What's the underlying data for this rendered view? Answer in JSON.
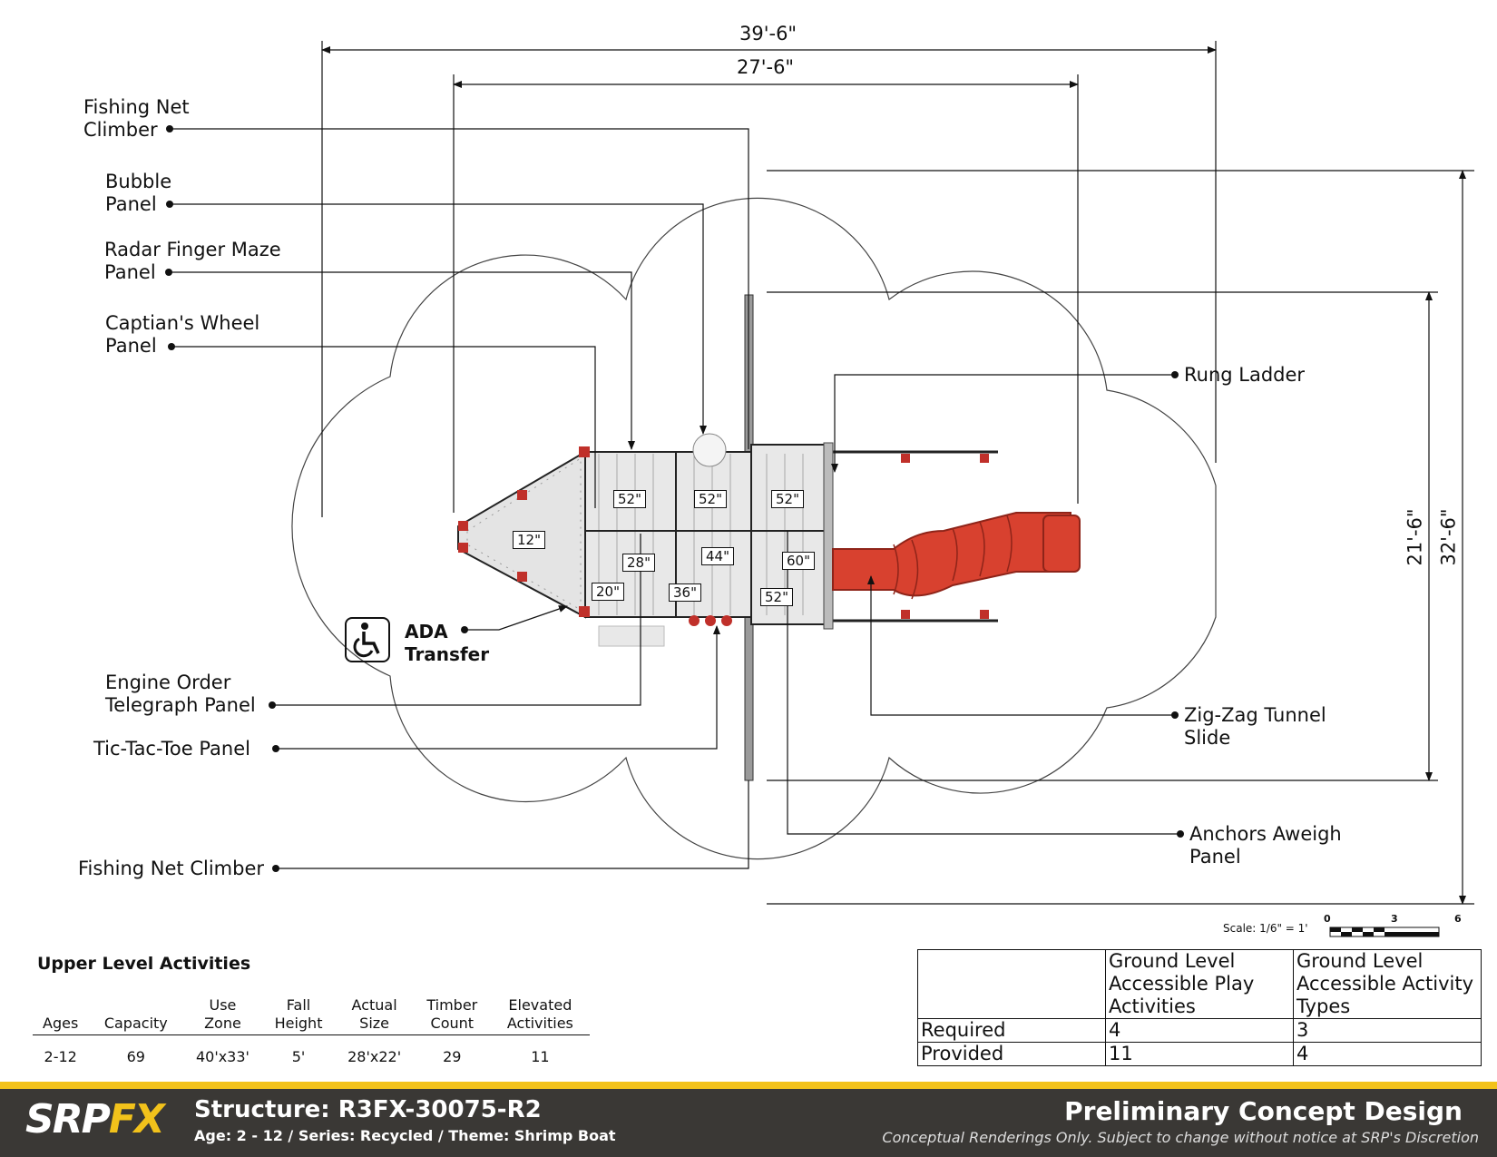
{
  "dimensions": {
    "overall_width": "39'-6\"",
    "structure_width": "27'-6\"",
    "structure_depth": "21'-6\"",
    "overall_depth": "32'-6\""
  },
  "callouts": {
    "fishing_net_climber_top": "Fishing Net\nClimber",
    "bubble_panel": "Bubble\nPanel",
    "radar_finger_maze": "Radar Finger Maze\nPanel",
    "captains_wheel": "Captian's Wheel\nPanel",
    "rung_ladder": "Rung Ladder",
    "engine_order_telegraph": "Engine Order\nTelegraph Panel",
    "tic_tac_toe": "Tic-Tac-Toe Panel",
    "fishing_net_climber_bottom": "Fishing Net Climber",
    "zig_zag_tunnel_slide": "Zig-Zag Tunnel\nSlide",
    "anchors_aweigh": "Anchors Aweigh\nPanel",
    "ada_transfer": "ADA\nTransfer"
  },
  "deck_heights": [
    "52\"",
    "52\"",
    "52\"",
    "12\"",
    "28\"",
    "44\"",
    "60\"",
    "20\"",
    "36\"",
    "52\""
  ],
  "scale": {
    "text": "Scale: 1/6\" = 1'",
    "ticks": [
      "0",
      "3",
      "6"
    ]
  },
  "upper_level": {
    "title": "Upper Level Activities",
    "headers": [
      "Ages",
      "Capacity",
      "Use\nZone",
      "Fall\nHeight",
      "Actual\nSize",
      "Timber\nCount",
      "Elevated\nActivities"
    ],
    "values": [
      "2-12",
      "69",
      "40'x33'",
      "5'",
      "28'x22'",
      "29",
      "11"
    ]
  },
  "accessibility": {
    "headers": [
      "",
      "Ground Level\nAccessible Play\nActivities",
      "Ground Level\nAccessible Activity\nTypes"
    ],
    "rows": [
      {
        "label": "Required",
        "play": "4",
        "types": "3"
      },
      {
        "label": "Provided",
        "play": "11",
        "types": "4"
      }
    ]
  },
  "footer": {
    "logo_left": "SRP",
    "logo_right": "FX",
    "structure": "Structure: R3FX-30075-R2",
    "subtitle": "Age: 2 - 12 / Series: Recycled / Theme: Shrimp Boat",
    "title": "Preliminary Concept Design",
    "disclaimer": "Conceptual Renderings Only. Subject to change without notice at SRP's Discretion"
  },
  "colors": {
    "accent_yellow": "#f2c21b",
    "footer_bg": "#3a3835",
    "slide_red": "#d8412f"
  }
}
